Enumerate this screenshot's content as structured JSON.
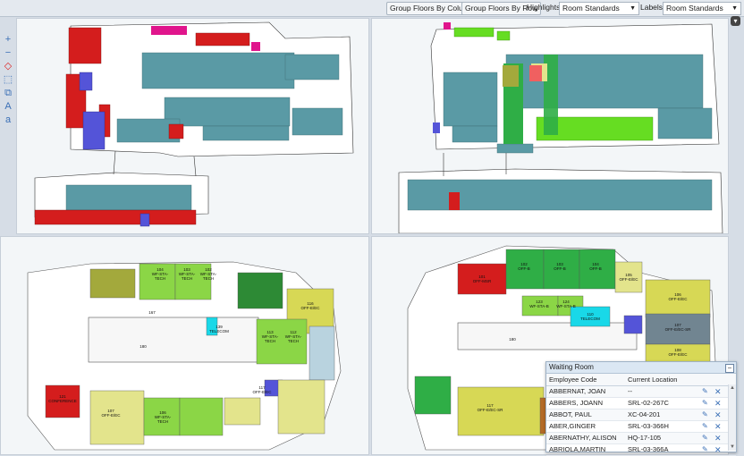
{
  "toolbar": {
    "group_by_column": "Group Floors By Column",
    "group_by_row": "Group Floors By Row",
    "highlights_label": "Highlights:",
    "highlights_value": "Room Standards",
    "labels_label": "Labels:",
    "labels_value": "Room Standards"
  },
  "tools": [
    "plus-icon",
    "minus-icon",
    "diamond-icon",
    "select-icon",
    "copy-icon",
    "text-large-icon",
    "text-small-icon"
  ],
  "floor3": {
    "rooms": [
      {
        "n": "104",
        "t": "WF-STA-TECH"
      },
      {
        "n": "103",
        "t": "WF-STA-TECH"
      },
      {
        "n": "102",
        "t": "WF-STA-TECH"
      },
      {
        "n": "116",
        "t": "OFF-E/EC"
      },
      {
        "n": "113",
        "t": "WF-STA-TECH"
      },
      {
        "n": "112",
        "t": "WF-STA-TECH"
      },
      {
        "n": "139",
        "t": "TELECOM"
      },
      {
        "n": "106",
        "t": "WF-STA-TECH"
      },
      {
        "n": "107",
        "t": "OFF-E/EC"
      },
      {
        "n": "121",
        "t": "CONFERENCE"
      },
      {
        "n": "117",
        "t": "OFF-E/EC"
      },
      {
        "n": "180",
        "t": ""
      },
      {
        "n": "167",
        "t": ""
      }
    ]
  },
  "floor4": {
    "rooms": [
      {
        "n": "101",
        "t": "OFF-MSR"
      },
      {
        "n": "102",
        "t": "OFF-B"
      },
      {
        "n": "103",
        "t": "OFF-B"
      },
      {
        "n": "104",
        "t": "OFF-B"
      },
      {
        "n": "105",
        "t": "OFF-E/EC"
      },
      {
        "n": "106",
        "t": "OFF-E/EC"
      },
      {
        "n": "107",
        "t": "OFF-E/EC-SR"
      },
      {
        "n": "108",
        "t": "OFF-E/EC"
      },
      {
        "n": "123",
        "t": "WF-STA-B"
      },
      {
        "n": "124",
        "t": "WF-STA-B"
      },
      {
        "n": "110",
        "t": "TELECOM"
      },
      {
        "n": "117",
        "t": "OFF-E/EC-SR"
      },
      {
        "n": "180",
        "t": ""
      }
    ]
  },
  "waiting_room": {
    "title": "Waiting Room",
    "minimize": "–",
    "col_code": "Employee Code",
    "col_location": "Current Location",
    "rows": [
      {
        "code": "ABBERNAT, JOAN",
        "loc": "--"
      },
      {
        "code": "ABBERS, JOANN",
        "loc": "SRL-02-267C"
      },
      {
        "code": "ABBOT, PAUL",
        "loc": "XC-04-201"
      },
      {
        "code": "ABER,GINGER",
        "loc": "SRL-03-366H"
      },
      {
        "code": "ABERNATHY, ALISON",
        "loc": "HQ-17-105"
      },
      {
        "code": "ABRIOLA,MARTIN",
        "loc": "SRL-03-366A"
      }
    ]
  },
  "colors": {
    "teal": "#5a9aa5",
    "red": "#d41d1d",
    "blue": "#5454d8",
    "magenta": "#e0158c",
    "olive": "#a3a93c",
    "lime": "#66dd22",
    "green": "#2fae46",
    "yellow": "#e3e48c",
    "darkgreen": "#2d8a35",
    "cyan": "#19d8e8",
    "slate": "#718591"
  }
}
